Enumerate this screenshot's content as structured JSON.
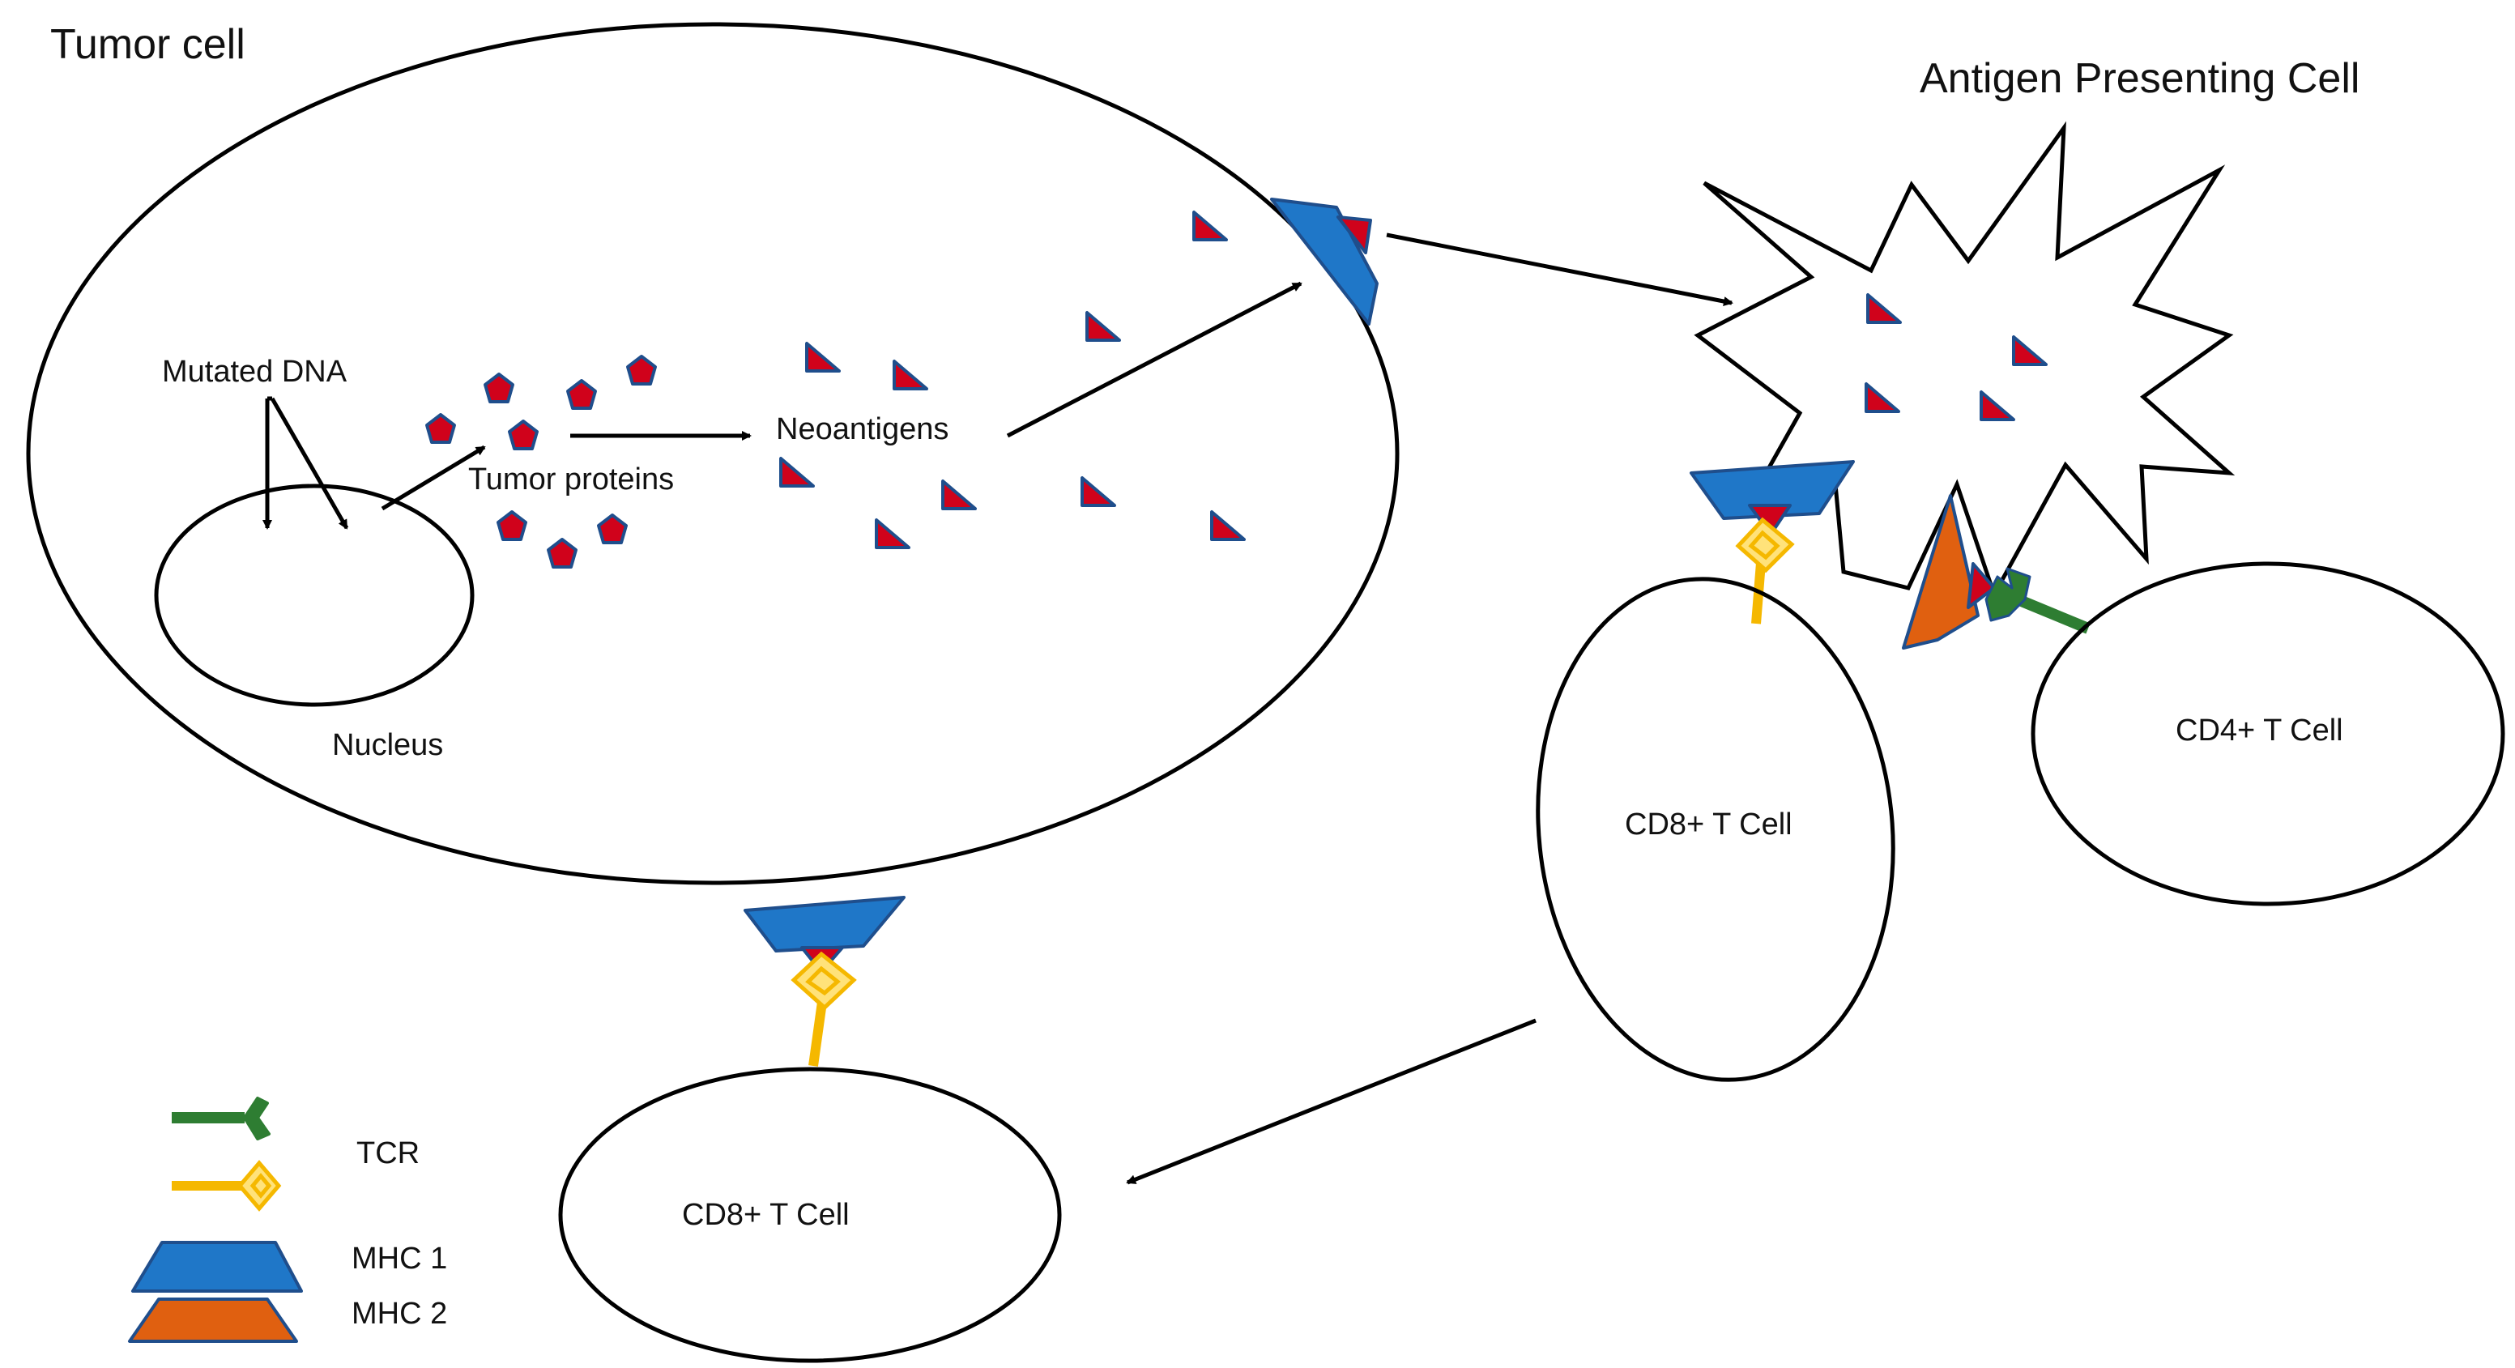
{
  "labels": {
    "tumor_cell": "Tumor cell",
    "antigen_presenting_cell": "Antigen Presenting Cell",
    "mutated_dna": "Mutated DNA",
    "nucleus": "Nucleus",
    "tumor_proteins": "Tumor proteins",
    "neoantigens": "Neoantigens",
    "cd8_t_cell_right": "CD8+ T Cell",
    "cd4_t_cell": "CD4+ T Cell",
    "cd8_t_cell_bottom": "CD8+ T Cell"
  },
  "legend": {
    "tcr": "TCR",
    "mhc1": "MHC 1",
    "mhc2": "MHC 2"
  },
  "colors": {
    "outline": "#000000",
    "antigen_red": "#d0021b",
    "antigen_border": "#1f4e8c",
    "mhc1_blue": "#1f77c8",
    "mhc2_orange": "#e06010",
    "tcr_green": "#2e7d32",
    "tcr_yellow": "#f5b800",
    "tcr_yellow_light": "#ffe27a"
  }
}
